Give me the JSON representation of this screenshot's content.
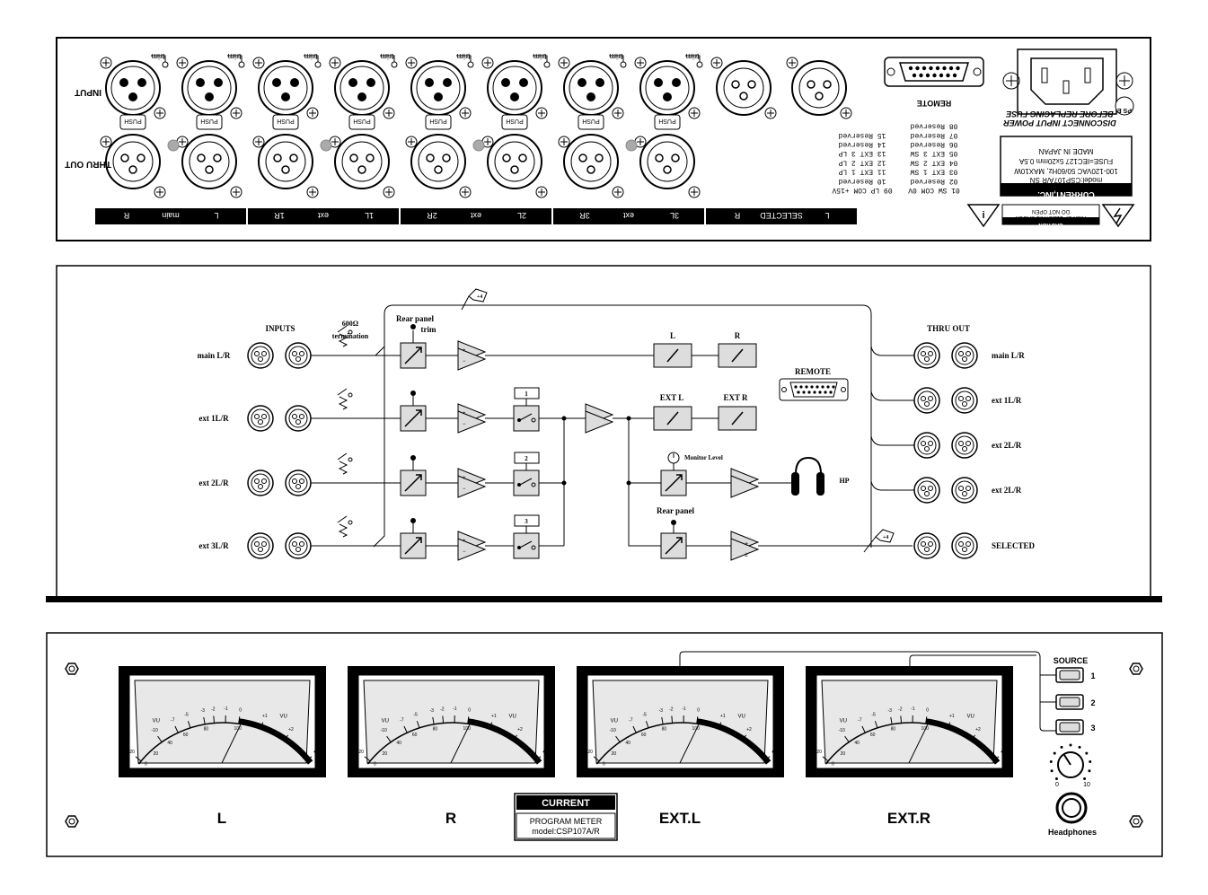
{
  "rear": {
    "input_label": "INPUT",
    "thru_out_label": "THRU OUT",
    "trim_label": "trim",
    "push_label": "PUSH",
    "remote_label": "REMOTE",
    "channel_labels": [
      [
        "L",
        "main",
        "R"
      ],
      [
        "1L",
        "ext",
        "1R"
      ],
      [
        "2L",
        "ext",
        "2R"
      ],
      [
        "3L",
        "ext",
        "3R"
      ],
      [
        "L",
        "SELECTED",
        "R"
      ]
    ],
    "selected_label": "SELECTED",
    "pins_left": [
      "01 SW COM 0V",
      "02 Reserved",
      "03 EXT 1 SW",
      "04 EXT 2 SW",
      "05 EXT 3 SW",
      "06 Reserved",
      "07 Reserved",
      "08 Reserved"
    ],
    "pins_right": [
      "09 LP COM +15V",
      "10 Reserved",
      "11 EXT 1 LP",
      "12 EXT 2 LP",
      "13 EXT 3 LP",
      "14 Reserved",
      "15 Reserved"
    ],
    "nameplate": {
      "brand": "CURRENT,INC.",
      "model": "model:CSP107A/R SN",
      "power": "100-120VAC 50/60Hz, MAX10W",
      "fuse": "FUSE=IEC127 5x20mm 0.5A",
      "made": "MADE IN JAPAN"
    },
    "fuse_warning_1": "DISCONNECT INPUT POWER",
    "fuse_warning_2": "BEFORE REPLACING FUSE",
    "caution_1": "CAUTION",
    "caution_2": "RISK OF ELECTRIC SHOCK",
    "caution_3": "DO NOT OPEN",
    "pse": "PS E"
  },
  "block": {
    "inputs_label": "INPUTS",
    "termination_1": "600Ω",
    "termination_2": "termination",
    "rear_trim_1": "Rear panel",
    "rear_trim_2": "trim",
    "rows": [
      "main L/R",
      "ext 1L/R",
      "ext 2L/R",
      "ext 3L/R"
    ],
    "switch_numbers": [
      "1",
      "2",
      "3"
    ],
    "meter_L": "L",
    "meter_R": "R",
    "meter_extL": "EXT L",
    "meter_extR": "EXT R",
    "remote_label": "REMOTE",
    "monitor_level": "Monitor Level",
    "hp_label": "HP",
    "rear_panel": "Rear panel",
    "plus4_top": "+4",
    "plus4_sel": "+4",
    "thru_out_label": "THRU OUT",
    "outputs": [
      "main L/R",
      "ext 1L/R",
      "ext 2L/R",
      "ext 2L/R",
      "SELECTED"
    ]
  },
  "front": {
    "vu_scale": [
      "-20",
      "-10",
      "-7",
      "-5",
      "-3",
      "-2",
      "-1",
      "0",
      "+1",
      "+2",
      "+3"
    ],
    "vu_pct": [
      "0",
      "20",
      "40",
      "60",
      "80",
      "100"
    ],
    "vu_label": "VU",
    "meter_labels": [
      "L",
      "R",
      "EXT.L",
      "EXT.R"
    ],
    "brand": "CURRENT",
    "product_1": "PROGRAM METER",
    "product_2": "model:CSP107A/R",
    "source_label": "SOURCE",
    "source_numbers": [
      "1",
      "2",
      "3"
    ],
    "knob_min": "0",
    "knob_max": "10",
    "headphones_label": "Headphones"
  }
}
